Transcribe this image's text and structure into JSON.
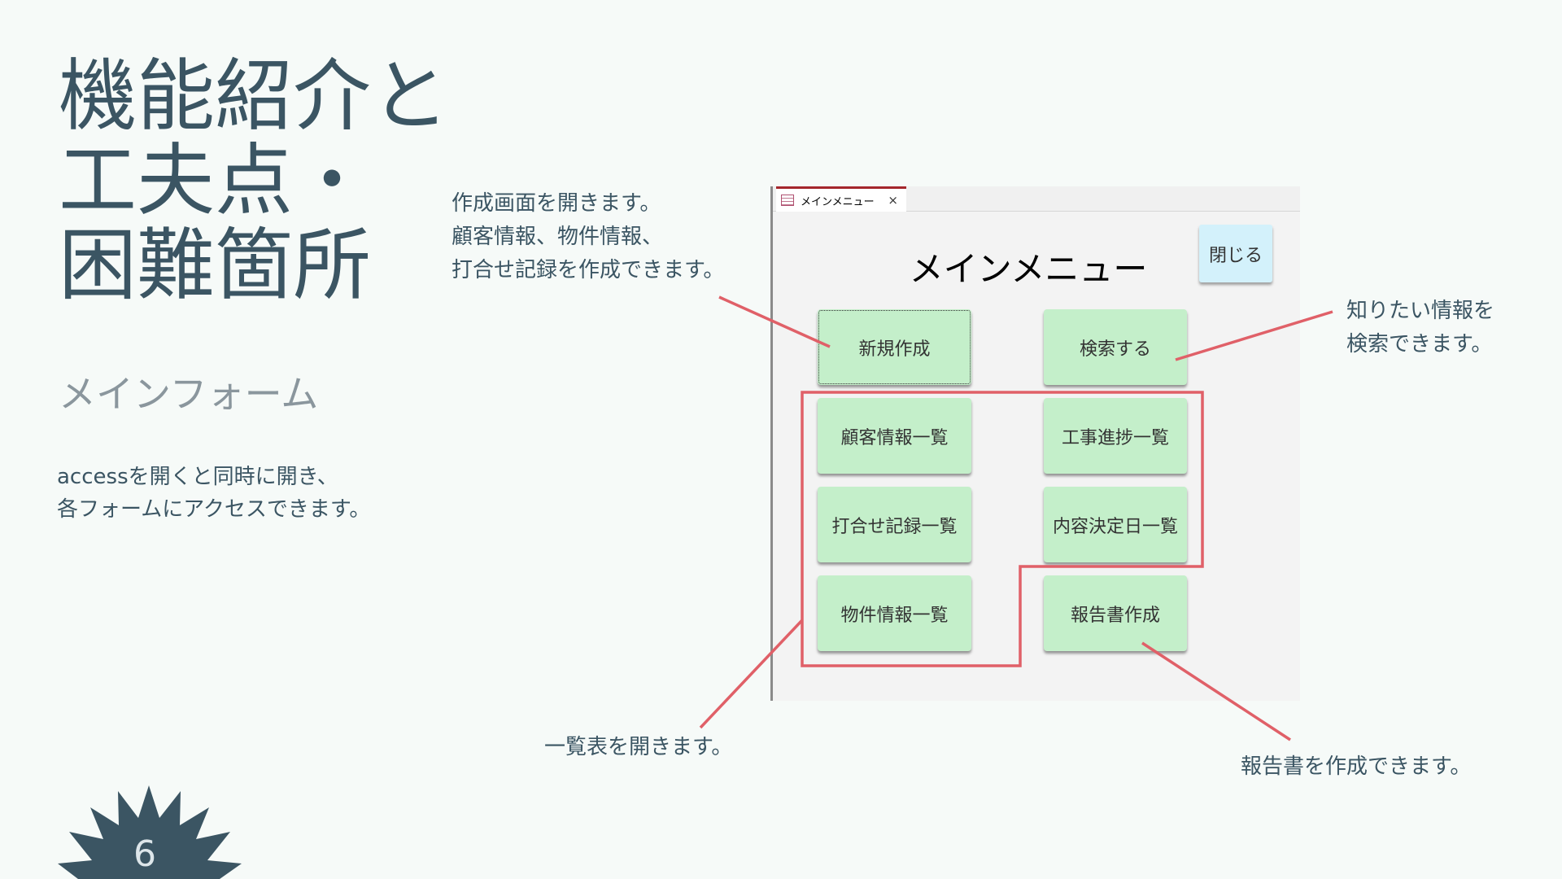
{
  "slide": {
    "title_lines": [
      "機能紹介と",
      "工夫点・",
      "困難箇所"
    ],
    "subtitle": "メインフォーム",
    "body_lines": [
      "accessを開くと同時に開き、",
      "各フォームにアクセスできます。"
    ],
    "page_number": "6"
  },
  "annotations": {
    "create": [
      "作成画面を開きます。",
      "顧客情報、物件情報、",
      "打合せ記録を作成できます。"
    ],
    "search": [
      "知りたい情報を",
      "検索できます。"
    ],
    "lists": "一覧表を開きます。",
    "report": "報告書を作成できます。"
  },
  "access_window": {
    "tab_label": "メインメニュー",
    "tab_close": "×",
    "form_title": "メインメニュー",
    "close_button": "閉じる",
    "buttons": [
      "新規作成",
      "検索する",
      "顧客情報一覧",
      "工事進捗一覧",
      "打合せ記録一覧",
      "内容決定日一覧",
      "物件情報一覧",
      "報告書作成"
    ]
  },
  "colors": {
    "accent": "#3b5563",
    "highlight": "#e06068",
    "button": "#c4efca"
  }
}
